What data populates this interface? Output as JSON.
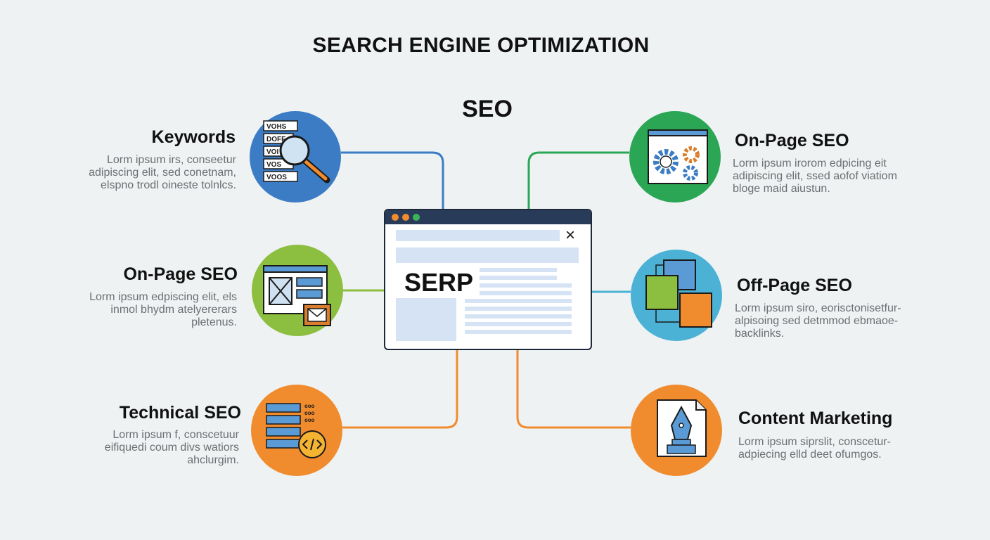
{
  "title": "SEARCH ENGINE OPTIMIZATION",
  "subtitle": "SEO",
  "center": {
    "label": "SERP",
    "close_icon": "×",
    "dot_colors": [
      "#f08c2e",
      "#f08c2e",
      "#3cb35a"
    ]
  },
  "colors": {
    "blue": "#3b7cc4",
    "green": "#2aa655",
    "lime": "#8cbf3f",
    "cyan": "#4bb2d6",
    "orange": "#f08c2e",
    "background": "#eef2f3"
  },
  "nodes": [
    {
      "id": "keywords",
      "title": "Keywords",
      "icon": "magnifier-keywords-icon",
      "color": "#3b7cc4",
      "lines": [
        "Lorm ipsum irs, conseetur",
        "adipiscing elit, sed conetnam,",
        "elspno trodl oineste tolnlcs."
      ],
      "icon_labels": [
        "VOHS",
        "DOFF",
        "VOI",
        "VOS",
        "VOOS"
      ]
    },
    {
      "id": "on-page-left",
      "title": "On-Page SEO",
      "icon": "webpage-layout-icon",
      "color": "#8cbf3f",
      "lines": [
        "Lorm ipsum edpiscing elit, els",
        "inmol bhydm atelyererars",
        "pletenus."
      ]
    },
    {
      "id": "technical",
      "title": "Technical SEO",
      "icon": "server-code-icon",
      "color": "#f08c2e",
      "lines": [
        "Lorm ipsum f, conscetuur",
        "eifiquedi coum divs watiors",
        "ahclurgim."
      ]
    },
    {
      "id": "on-page-right",
      "title": "On-Page SEO",
      "icon": "gears-browser-icon",
      "color": "#2aa655",
      "lines": [
        "Lorm ipsum irorom edpicing eit",
        "adipiscing elit, ssed aofof viatiom",
        "bloge maid aiustun."
      ]
    },
    {
      "id": "off-page",
      "title": "Off-Page SEO",
      "icon": "linked-pages-icon",
      "color": "#4bb2d6",
      "lines": [
        "Lorm ipsum siro, eorisctonisetfur-",
        "alpisoing sed detmmod ebmaoe-",
        "backlinks."
      ]
    },
    {
      "id": "content",
      "title": "Content Marketing",
      "icon": "pen-document-icon",
      "color": "#f08c2e",
      "lines": [
        "Lorm ipsum siprslit, conscetur-",
        "adpiecing elld deet ofumgos."
      ]
    }
  ]
}
